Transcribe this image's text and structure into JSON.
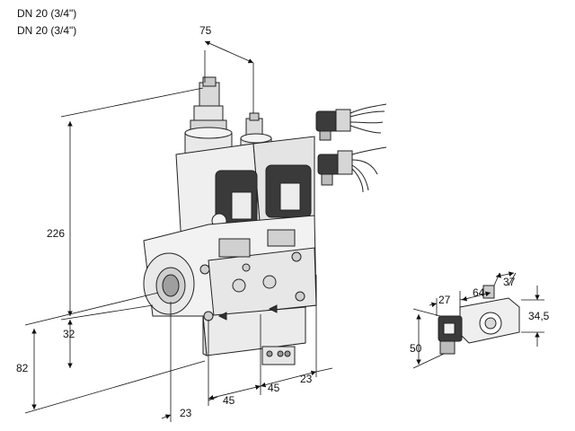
{
  "header": {
    "line1": "DN 20 (3/4\")",
    "line2": "DN 20 (3/4\")"
  },
  "dimensions": {
    "top_width": "75",
    "height_total": "226",
    "height_inlet": "32",
    "height_base": "82",
    "offset_left": "23",
    "pitch_1": "45",
    "pitch_2": "45",
    "offset_right": "23",
    "coil_27": "27",
    "coil_64": "64",
    "coil_37": "37",
    "coil_34_5": "34,5",
    "coil_50": "50"
  }
}
